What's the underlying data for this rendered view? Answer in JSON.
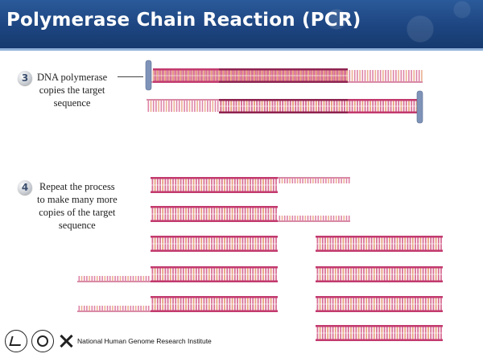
{
  "header": {
    "title": "Polymerase Chain Reaction (PCR)"
  },
  "steps": [
    {
      "number": "3",
      "lines": [
        "DNA polymerase",
        "copies the target",
        "sequence"
      ]
    },
    {
      "number": "4",
      "lines": [
        "Repeat the process",
        "to make many more",
        "copies of the target",
        "sequence"
      ]
    }
  ],
  "footer": {
    "institute": "National Human Genome Research Institute"
  },
  "colors": {
    "backbone": "#c23a6e",
    "backbone_single": "#d98aa6",
    "target_band": "#8e2350",
    "base_a": "#d86f95",
    "base_b": "#e6a27c",
    "primer": "#7f93b8",
    "title_bg": "#1d4580"
  }
}
